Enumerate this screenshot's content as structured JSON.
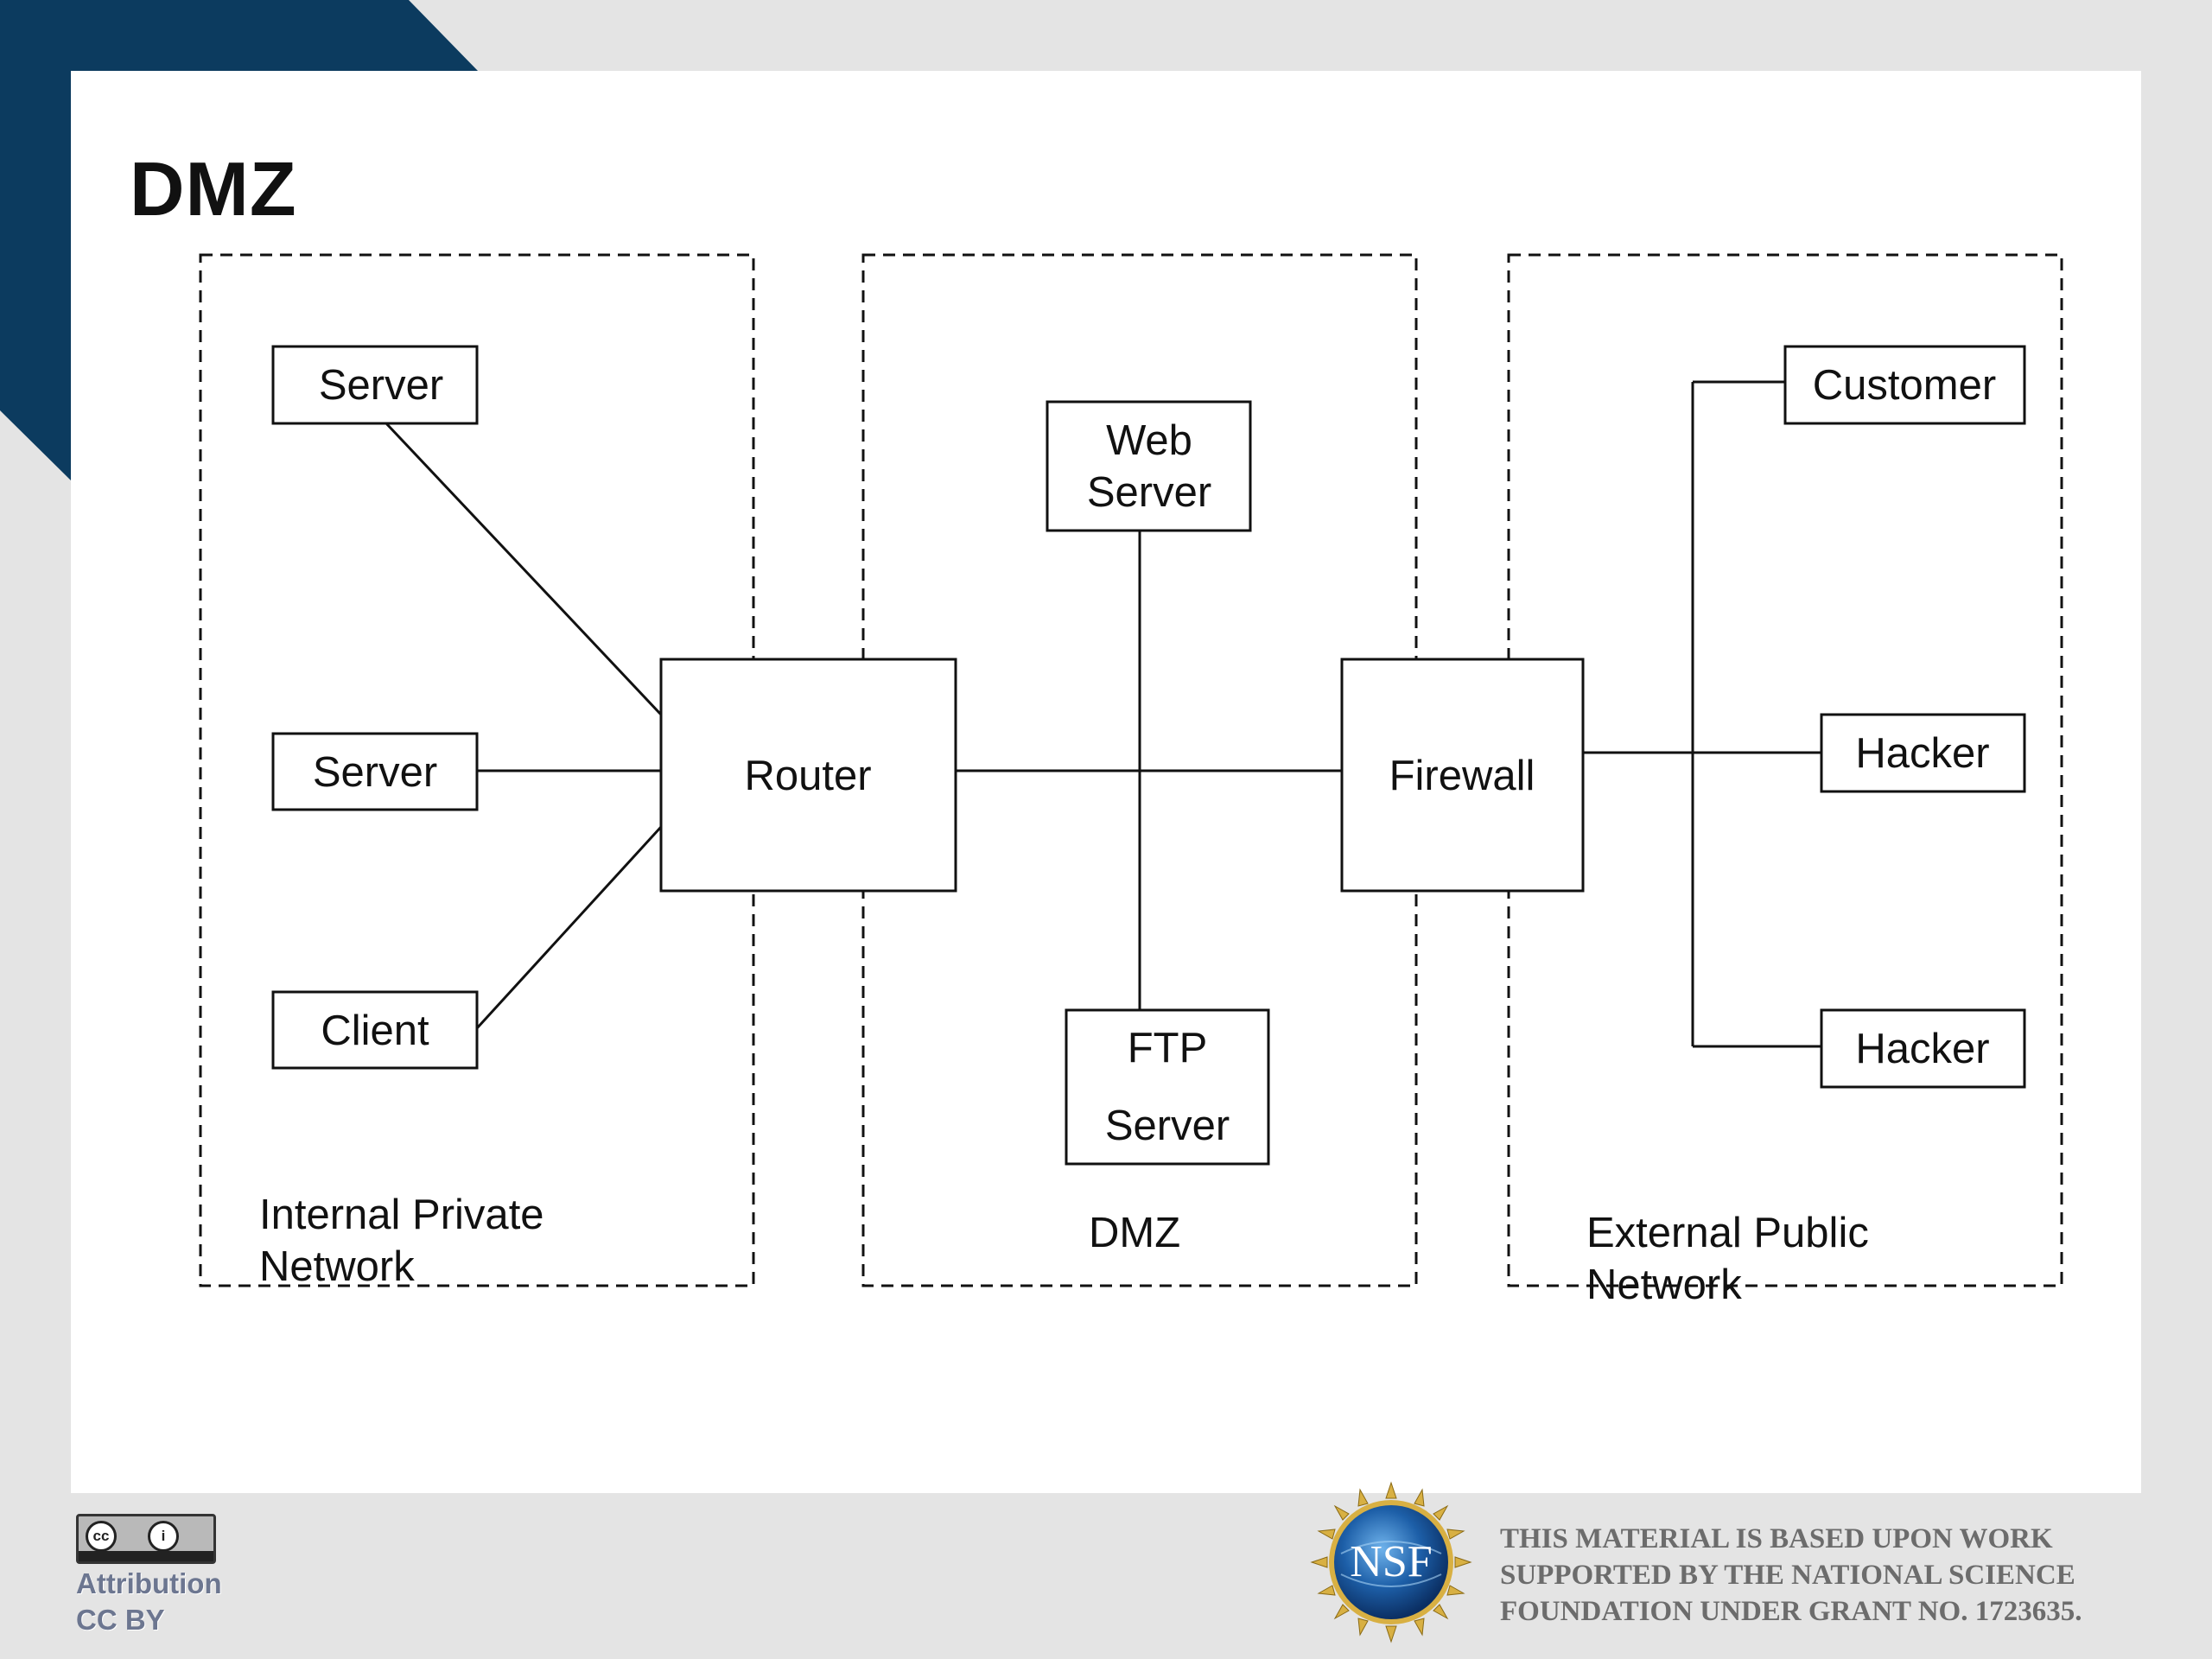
{
  "slide": {
    "title": "DMZ"
  },
  "diagram": {
    "zones": {
      "internal": "Internal Private Network",
      "internal_line1": "Internal Private",
      "internal_line2": "Network",
      "dmz": "DMZ",
      "external": "External Public Network",
      "external_line1": "External Public",
      "external_line2": "Network"
    },
    "nodes": {
      "server_top": "Server",
      "server_mid": "Server",
      "client": "Client",
      "router": "Router",
      "web_server_line1": "Web",
      "web_server_line2": "Server",
      "ftp_server_line1": "FTP",
      "ftp_server_line2": "Server",
      "firewall": "Firewall",
      "customer": "Customer",
      "hacker_1": "Hacker",
      "hacker_2": "Hacker"
    }
  },
  "footer": {
    "license_line1": "Attribution",
    "license_line2": "CC BY",
    "cc_icon_text": "cc",
    "by_icon_text": "i",
    "nsf_logo_text": "NSF",
    "nsf_line1": "THIS MATERIAL IS BASED UPON WORK",
    "nsf_line2": "SUPPORTED BY THE NATIONAL SCIENCE",
    "nsf_line3": "FOUNDATION UNDER GRANT NO. 1723635."
  },
  "colors": {
    "background": "#e4e4e4",
    "accent_navy": "#0c3b5f",
    "card": "#ffffff",
    "line": "#111111"
  }
}
